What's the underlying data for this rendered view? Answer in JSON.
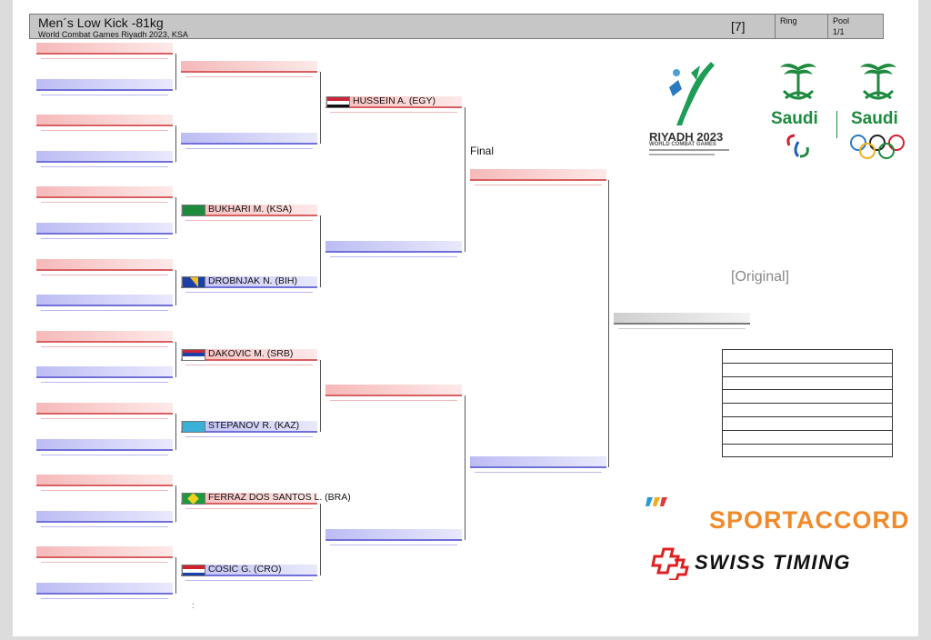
{
  "header": {
    "title": "Men´s Low Kick -81kg",
    "subtitle": "World Combat Games Riyadh 2023, KSA",
    "seed": "[7]",
    "ring_label": "Ring",
    "ring_value": "",
    "pool_label": "Pool",
    "pool_value": "1/1"
  },
  "round2_athletes": [
    {
      "name": "BUKHARI M. (KSA)",
      "flag_icon": "flag-saudi-arabia-icon"
    },
    {
      "name": "DROBNJAK N. (BIH)",
      "flag_icon": "flag-bosnia-icon"
    },
    {
      "name": "DAKOVIC M. (SRB)",
      "flag_icon": "flag-serbia-icon"
    },
    {
      "name": "STEPANOV R. (KAZ)",
      "flag_icon": "flag-kazakhstan-icon"
    },
    {
      "name": "FERRAZ DOS SANTOS L. (BRA)",
      "flag_icon": "flag-brazil-icon"
    },
    {
      "name": "COSIC G. (CRO)",
      "flag_icon": "flag-croatia-icon"
    }
  ],
  "quarterfinal_athletes": [
    {
      "name": "HUSSEIN A. (EGY)",
      "flag_icon": "flag-egypt-icon"
    }
  ],
  "final_label": "Final",
  "watermark": "[Original]",
  "footnote": ":",
  "logos": {
    "riyadh": "RIYADH 2023",
    "world_combat_games": "WORLD COMBAT GAMES",
    "saudi_paralympic": "Saudi",
    "saudi_olympic": "Saudi",
    "sportaccord": "SPORTACCORD",
    "swiss_timing": "SWISS TIMING"
  },
  "colors": {
    "aka_red": "#d86060",
    "ao_blue": "#7070d8",
    "saudi_green": "#1e8a3e",
    "sportaccord_orange": "#f08a2a",
    "swiss_timing_red": "#e02020"
  }
}
